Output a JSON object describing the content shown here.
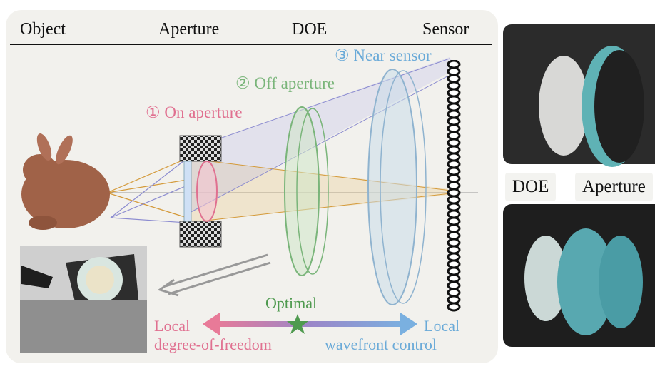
{
  "headers": {
    "object": "Object",
    "aperture": "Aperture",
    "doe": "DOE",
    "sensor": "Sensor"
  },
  "placements": {
    "on_aperture": "① On aperture",
    "off_aperture": "② Off aperture",
    "near_sensor": "③ Near sensor"
  },
  "spectrum": {
    "optimal": "Optimal",
    "left_line1": "Local",
    "left_line2": "degree-of-freedom",
    "right_line1": "Local",
    "right_line2": "wavefront control"
  },
  "photo_tags": {
    "doe": "DOE",
    "aperture": "Aperture"
  },
  "colors": {
    "on_aperture": "#e07090",
    "off_aperture": "#7ab57a",
    "near_sensor": "#6aaad8",
    "rays_orange": "#d49a3a",
    "rays_purple": "#8c8cd0",
    "optimal_star": "#4f9a4f"
  }
}
